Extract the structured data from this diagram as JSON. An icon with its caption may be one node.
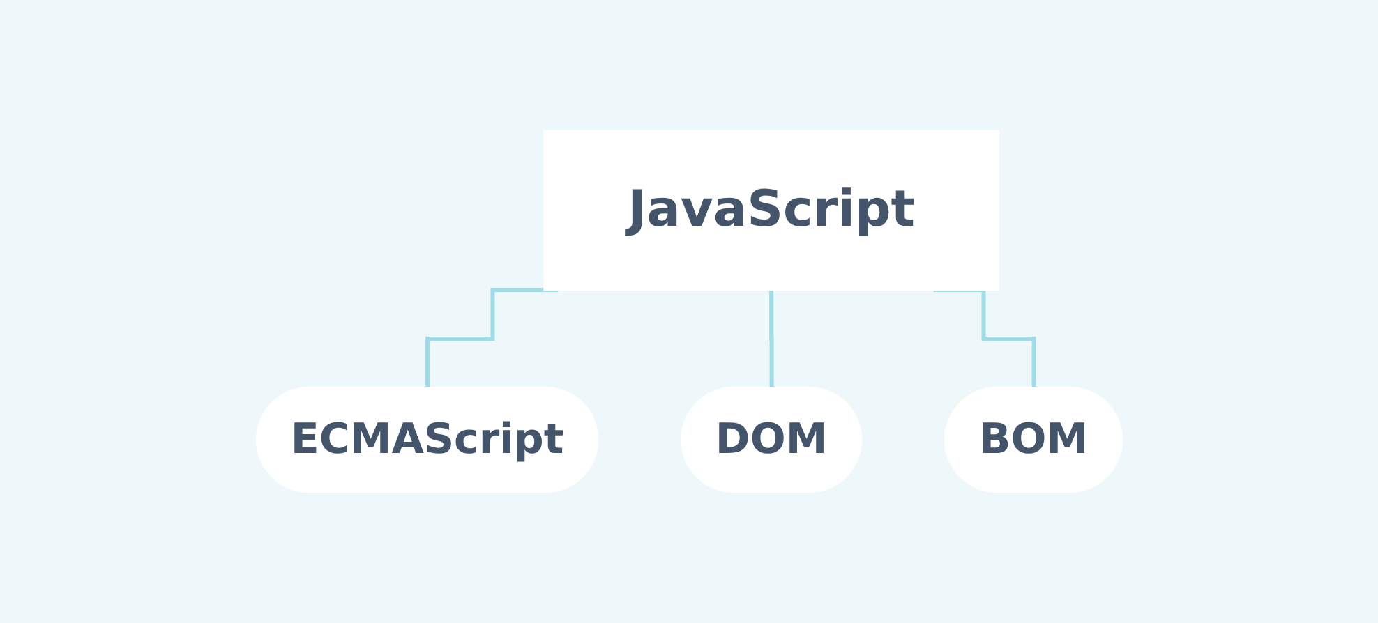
{
  "diagram": {
    "nodes": [
      {
        "text": [
          "JavaScript"
        ]
      },
      {
        "text": [
          "ECMAScript"
        ]
      },
      {
        "text": [
          "DOM"
        ]
      },
      {
        "text": [
          "BOM"
        ]
      }
    ],
    "edges": [
      {
        "from": 0,
        "to": 1,
        "arrow": "none"
      },
      {
        "from": 0,
        "to": 2,
        "arrow": "none"
      },
      {
        "from": 0,
        "to": 3,
        "arrow": "none"
      }
    ]
  }
}
